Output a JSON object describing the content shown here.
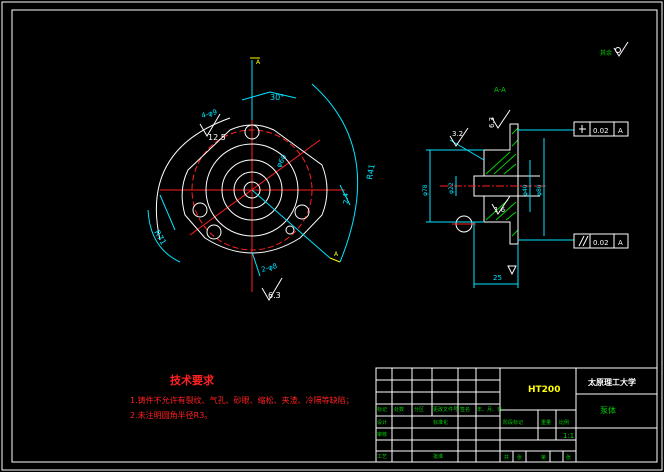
{
  "view_label": "A-A",
  "dims": {
    "angle": "30°",
    "hole_top": "4-φ9",
    "rough_left": "12.5",
    "radius_right": "R41",
    "r_left": "R71",
    "hole_bottom": "2-φ8",
    "rough_bottom": "6.3",
    "small_right": "2.4",
    "pitch_small": "φ60",
    "sec_rough_a": "3.2",
    "sec_rough_b": "6.3",
    "sec_rough_c": "1.6",
    "sec_dia_outer": "φ78",
    "sec_dia_bore": "φ22",
    "sec_dia_mid": "φ40",
    "sec_dia_right": "φ80",
    "sec_len": "25",
    "tol_top_value": "0.02",
    "tol_top_ref": "A",
    "tol_bot_value": "0.02",
    "tol_bot_ref": "A",
    "datum_symbol": "A",
    "other_label": "其余"
  },
  "notes": {
    "heading": "技术要求",
    "line1": "1.铸件不允许有裂纹、气孔、砂眼、缩松、夹渣、冷隔等缺陷；",
    "line2": "2.未注明圆角半径R3。"
  },
  "title_block": {
    "material": "HT200",
    "school": "太原理工大学",
    "part_name": "泵体",
    "scale": "1:1",
    "row_mark": [
      "标记",
      "处数",
      "分区",
      "更改文件号",
      "签名",
      "年、月、日"
    ],
    "row_design": [
      "设计",
      "",
      "",
      "标准化",
      "",
      ""
    ],
    "row_review": [
      "审核",
      "",
      "",
      "",
      "",
      ""
    ],
    "row_process": [
      "工艺",
      "",
      "",
      "批准",
      "",
      ""
    ],
    "stage_mark": "阶段标记",
    "weight": "重量",
    "ratio": "比例",
    "sheets": [
      "共",
      "张",
      "第",
      "张"
    ]
  },
  "colors": {
    "outline": "#ffffff",
    "dimension": "#00e5ff",
    "centerline": "#ff2020",
    "section_hatch": "#00d000",
    "notes": "#ff2020"
  }
}
